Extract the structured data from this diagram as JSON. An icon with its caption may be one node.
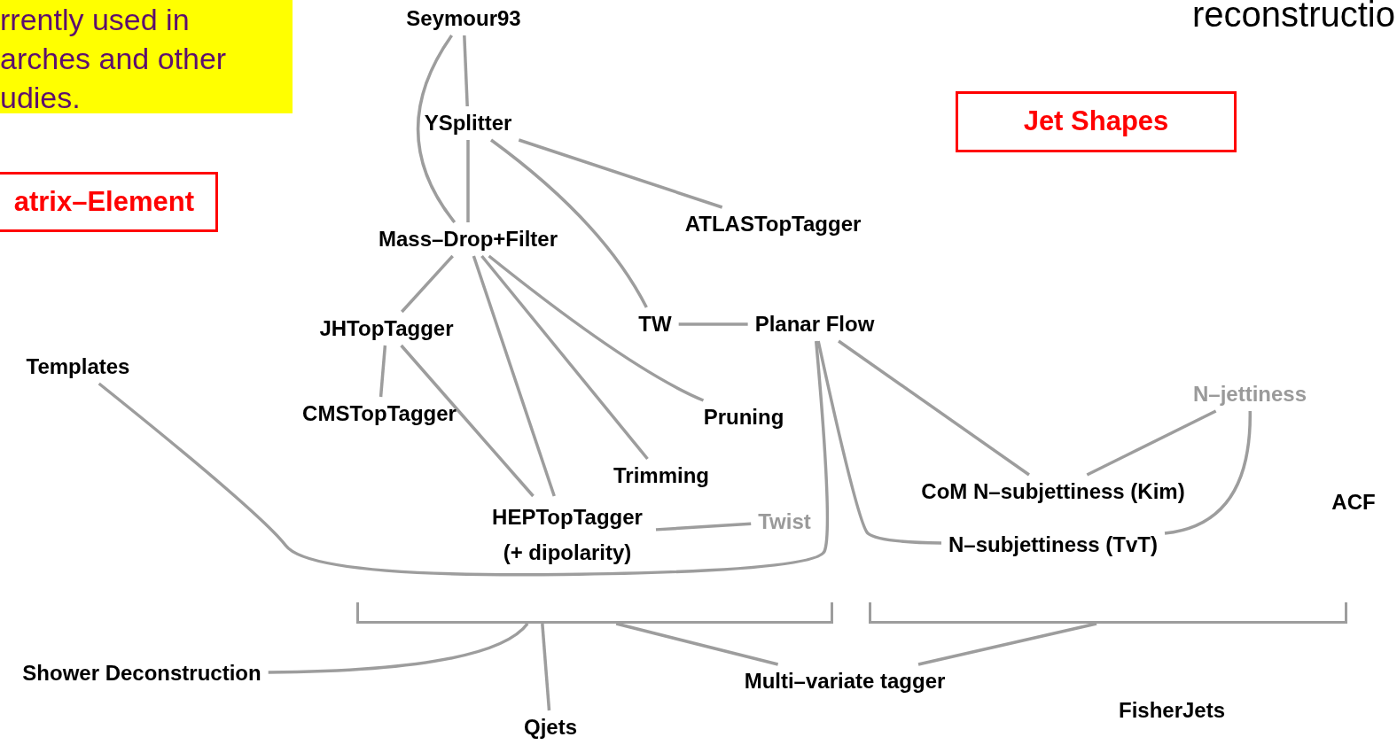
{
  "diagram": {
    "title": "reconstructio",
    "nodes": [
      {
        "text": [
          "rrently used in arches and other udies."
        ]
      },
      {
        "text": [
          "Seymour93"
        ]
      },
      {
        "text": [
          "YSplitter"
        ]
      },
      {
        "text": [
          "Jet Shapes"
        ]
      },
      {
        "text": [
          "atrix–Element"
        ]
      },
      {
        "text": [
          "ATLASTopTagger"
        ]
      },
      {
        "text": [
          "Mass–Drop+Filter"
        ]
      },
      {
        "text": [
          "JHTopTagger"
        ]
      },
      {
        "text": [
          "TW"
        ]
      },
      {
        "text": [
          "Planar Flow"
        ]
      },
      {
        "text": [
          "Templates"
        ]
      },
      {
        "text": [
          "N–jettiness"
        ]
      },
      {
        "text": [
          "CMSTopTagger"
        ]
      },
      {
        "text": [
          "Pruning"
        ]
      },
      {
        "text": [
          "Trimming"
        ]
      },
      {
        "text": [
          "CoM N–subjettiness (Kim)"
        ]
      },
      {
        "text": [
          "ACF"
        ]
      },
      {
        "text": [
          "HEPTopTagger (+ dipolarity)"
        ]
      },
      {
        "text": [
          "Twist"
        ]
      },
      {
        "text": [
          "N–subjettiness (TvT)"
        ]
      },
      {
        "text": [],
        "shape": "bracket"
      },
      {
        "text": [],
        "shape": "bracket"
      },
      {
        "text": [
          "Shower Deconstruction"
        ]
      },
      {
        "text": [
          "Multi–variate tagger"
        ]
      },
      {
        "text": [
          "FisherJets"
        ]
      },
      {
        "text": [
          "Qjets"
        ]
      }
    ],
    "edges": [
      {
        "from": 1,
        "to": 2,
        "arrow": "none"
      },
      {
        "from": 1,
        "to": 6,
        "arrow": "none"
      },
      {
        "from": 2,
        "to": 6,
        "arrow": "none"
      },
      {
        "from": 2,
        "to": 5,
        "arrow": "none"
      },
      {
        "from": 2,
        "to": 8,
        "arrow": "none"
      },
      {
        "from": 6,
        "to": 7,
        "arrow": "none"
      },
      {
        "from": 6,
        "to": 17,
        "arrow": "none"
      },
      {
        "from": 6,
        "to": 14,
        "arrow": "none"
      },
      {
        "from": 6,
        "to": 13,
        "arrow": "none"
      },
      {
        "from": 7,
        "to": 12,
        "arrow": "none"
      },
      {
        "from": 7,
        "to": 17,
        "arrow": "none"
      },
      {
        "from": 8,
        "to": 9,
        "arrow": "none"
      },
      {
        "from": 10,
        "to": 9,
        "arrow": "none"
      },
      {
        "from": 17,
        "to": 18,
        "arrow": "none"
      },
      {
        "from": 9,
        "to": 19,
        "arrow": "none"
      },
      {
        "from": 9,
        "to": 15,
        "arrow": "none"
      },
      {
        "from": 11,
        "to": 15,
        "arrow": "none"
      },
      {
        "from": 11,
        "to": 19,
        "arrow": "none"
      },
      {
        "from": 22,
        "to": 20,
        "arrow": "none"
      },
      {
        "from": 25,
        "to": 20,
        "arrow": "none"
      },
      {
        "from": 23,
        "to": 20,
        "arrow": "none"
      },
      {
        "from": 23,
        "to": 21,
        "arrow": "none"
      }
    ]
  }
}
